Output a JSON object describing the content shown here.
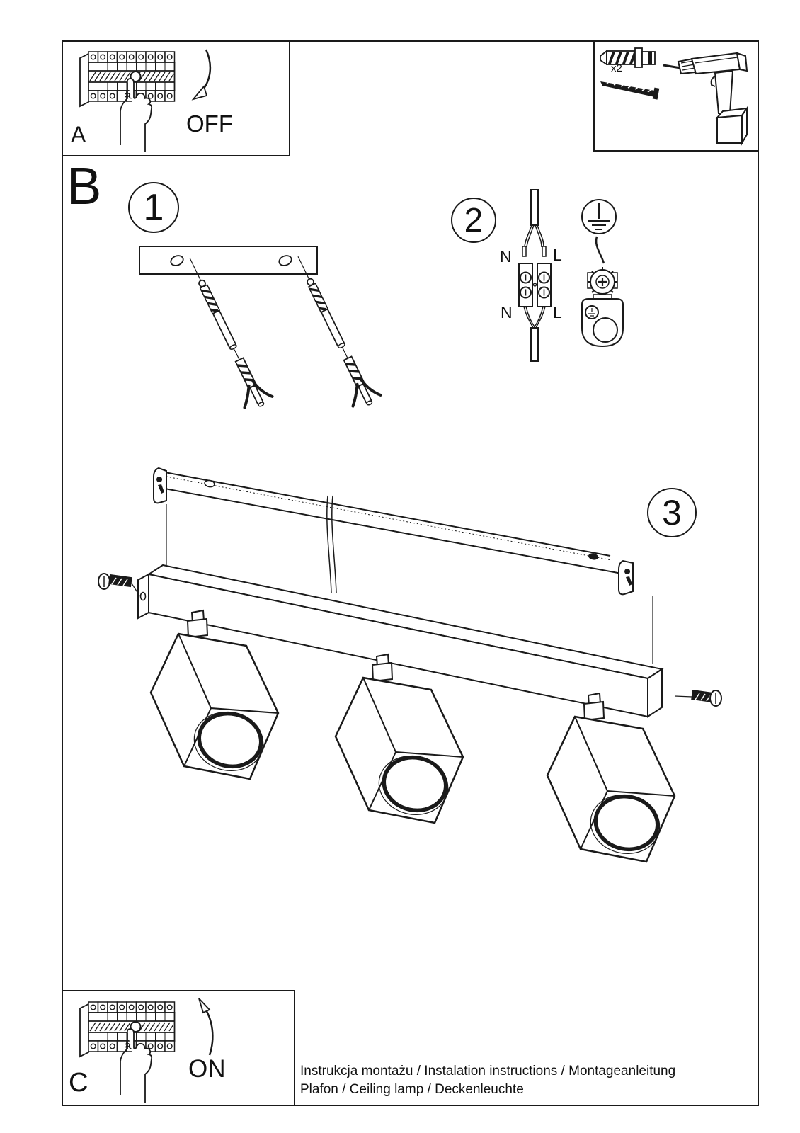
{
  "page": {
    "bg": "#ffffff",
    "ink": "#1a1a1a"
  },
  "box_a": {
    "label": "A",
    "state": "OFF"
  },
  "box_tools": {
    "quantity": "x2"
  },
  "section_b": {
    "label": "B"
  },
  "steps": {
    "one": "1",
    "two": "2",
    "three": "3"
  },
  "wiring": {
    "n_top": "N",
    "l_top": "L",
    "n_bottom": "N",
    "l_bottom": "L"
  },
  "box_c": {
    "label": "C",
    "state": "ON"
  },
  "footer": {
    "line1": "Instrukcja montażu / Instalation instructions / Montageanleitung",
    "line2": "Plafon / Ceiling lamp / Deckenleuchte"
  }
}
